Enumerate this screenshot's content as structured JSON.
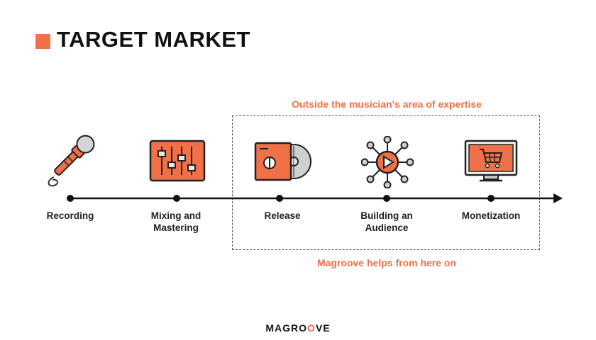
{
  "header": {
    "title": "TARGET MARKET"
  },
  "callouts": {
    "top": "Outside the musician's area of expertise",
    "bottom": "Magroove helps from here on"
  },
  "stages": [
    {
      "label": "Recording",
      "icon": "microphone-icon"
    },
    {
      "label": "Mixing and Mastering",
      "icon": "mixer-faders-icon"
    },
    {
      "label": "Release",
      "icon": "vinyl-record-icon"
    },
    {
      "label": "Building an Audience",
      "icon": "network-play-icon"
    },
    {
      "label": "Monetization",
      "icon": "shopping-cart-monitor-icon"
    }
  ],
  "footer": {
    "logo_a": "MAGRO",
    "logo_b": "O",
    "logo_c": "VE"
  },
  "colors": {
    "accent": "#f07047",
    "line": "#111111",
    "icon_fill": "#f07047",
    "icon_gray": "#c8c8c8"
  }
}
